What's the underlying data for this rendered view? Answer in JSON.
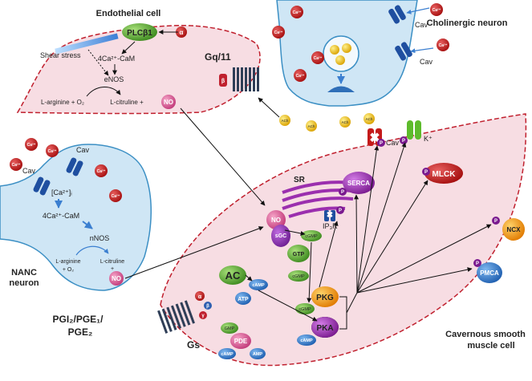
{
  "labels": {
    "endothelial_cell": "Endothelial cell",
    "cholinergic_neuron": "Cholinergic neuron",
    "nanc_neuron_line1": "NANC",
    "nanc_neuron_line2": "neuron",
    "smooth_muscle_line1": "Cavernous smooth",
    "smooth_muscle_line2": "muscle cell",
    "shear_stress": "Shear stress",
    "plcb1": "PLCβ1",
    "gq11": "Gq/11",
    "alpha": "α",
    "beta": "β",
    "gamma": "γ",
    "cacam": "4Ca²⁺-CaM",
    "enos": "eNOS",
    "nnos": "nNOS",
    "larg_o2": "L-arginine + O₂",
    "lcit_endo": "L-citruline +",
    "nanc_larg": "L-arginine",
    "nanc_o2": "+ O₂",
    "nanc_lcit": "L-citruline",
    "nanc_plus": "+",
    "ca_i": "[Ca²⁺]ᵢ",
    "ca2": "Ca²⁺",
    "cav": "Cav",
    "ach": "ACh",
    "no": "NO",
    "sgc": "sGC",
    "gtp": "GTP",
    "cgmp": "cGMP",
    "camp": "cAMP",
    "atp": "ATP",
    "ac": "AC",
    "pkg": "PKG",
    "pka": "PKA",
    "pde": "PDE",
    "gmp": "GMP",
    "amp": "AMP",
    "sr": "SR",
    "serca": "SERCA",
    "ip3r": "IP₃R",
    "mlck": "MLCK",
    "ncx": "NCX",
    "pmca": "PMCA",
    "kplus": "K⁺",
    "p": "P",
    "pgi_line1": "PGI₂/PGE₁/",
    "pgi_line2": "PGE₂",
    "gs": "Gs"
  },
  "colors": {
    "cell_pink": "#f7dde3",
    "cell_pink_border": "#c0202e",
    "neuron_blue": "#cfe6f5",
    "neuron_border": "#3b8fc4",
    "ca_red": "#c41a1a",
    "ach_yellow": "#f4c21a",
    "green": "#4a9a2a",
    "purple": "#9b2fae",
    "receptor": "#2f3e57"
  }
}
